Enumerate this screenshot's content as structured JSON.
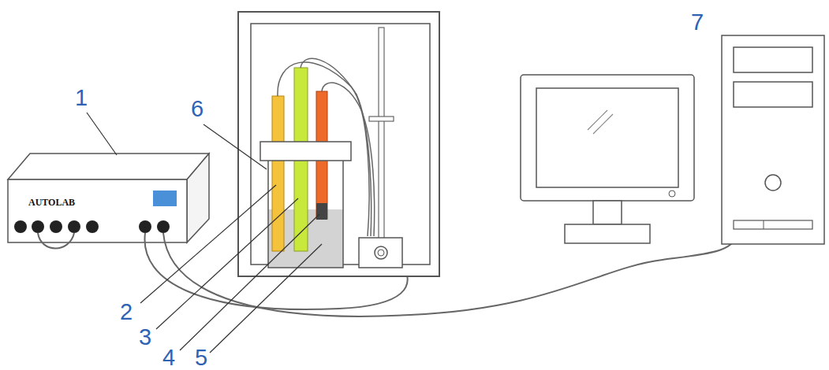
{
  "diagram": {
    "nodes": [
      {
        "text": [
          "AUTOLAB"
        ]
      }
    ],
    "labels": [
      "1",
      "2",
      "3",
      "4",
      "5",
      "6",
      "7"
    ]
  }
}
